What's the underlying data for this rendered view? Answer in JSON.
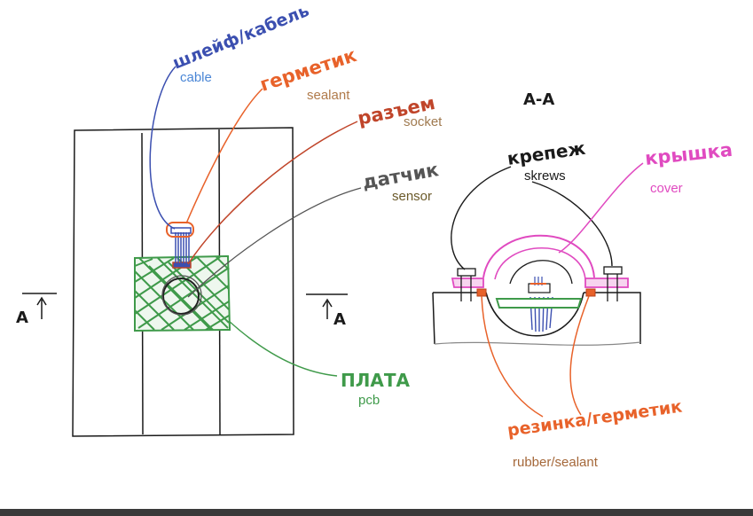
{
  "labels": {
    "cable_ru": "шлейф/кабель",
    "cable_en": "cable",
    "sealant_ru": "герметик",
    "sealant_en": "sealant",
    "socket_ru": "разъем",
    "socket_en": "socket",
    "sensor_ru": "датчик",
    "sensor_en": "sensor",
    "pcb_ru": "ПЛАТА",
    "pcb_en": "pcb",
    "section_left": "A",
    "section_right": "A",
    "section_title": "A-A",
    "screws_ru": "крепеж",
    "screws_en": "skrews",
    "cover_ru": "крышка",
    "cover_en": "cover",
    "rubber_ru": "резинка/герметик",
    "rubber_en": "rubber/sealant"
  },
  "colors": {
    "ink": "#1a1a1a",
    "cable": "#3b4fb0",
    "cable_en": "#4a86d6",
    "sealant": "#e8622a",
    "sealant_en": "#b07a4a",
    "socket": "#c0452a",
    "socket_en": "#a07a50",
    "sensor": "#555555",
    "sensor_en": "#6b5a2a",
    "pcb": "#3f9a4a",
    "pcb_en": "#3f9a4a",
    "cover": "#e04ac0",
    "cover_en": "#e04ac0",
    "rubber": "#e8622a",
    "rubber_en": "#a5683a"
  }
}
